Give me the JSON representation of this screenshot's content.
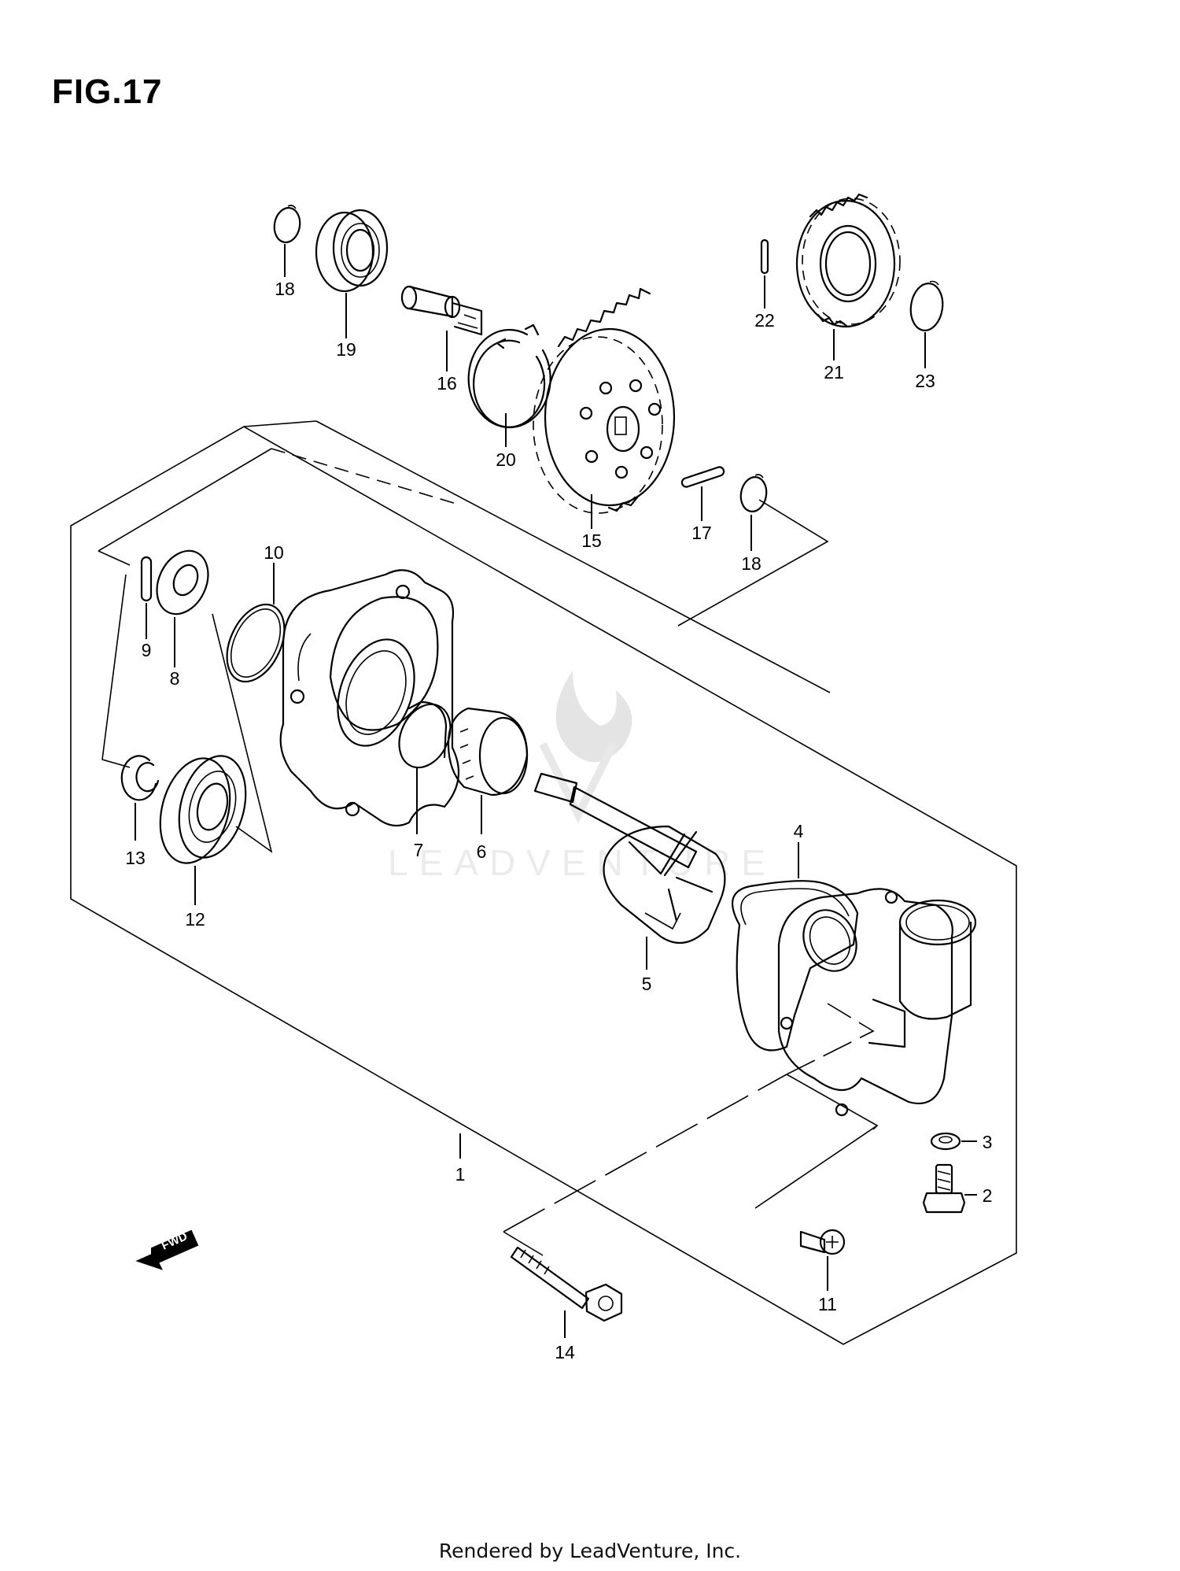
{
  "figure": {
    "title": "FIG.17",
    "footer": "Rendered by LeadVenture, Inc.",
    "watermark": "LEADVENTURE",
    "fwd_label": "FWD"
  },
  "callouts": {
    "c1": "1",
    "c2": "2",
    "c3": "3",
    "c4": "4",
    "c5": "5",
    "c6": "6",
    "c7": "7",
    "c8": "8",
    "c9": "9",
    "c10": "10",
    "c11": "11",
    "c12": "12",
    "c13": "13",
    "c14": "14",
    "c15": "15",
    "c16": "16",
    "c17": "17",
    "c18a": "18",
    "c18b": "18",
    "c19": "19",
    "c20": "20",
    "c21": "21",
    "c22": "22",
    "c23": "23"
  }
}
